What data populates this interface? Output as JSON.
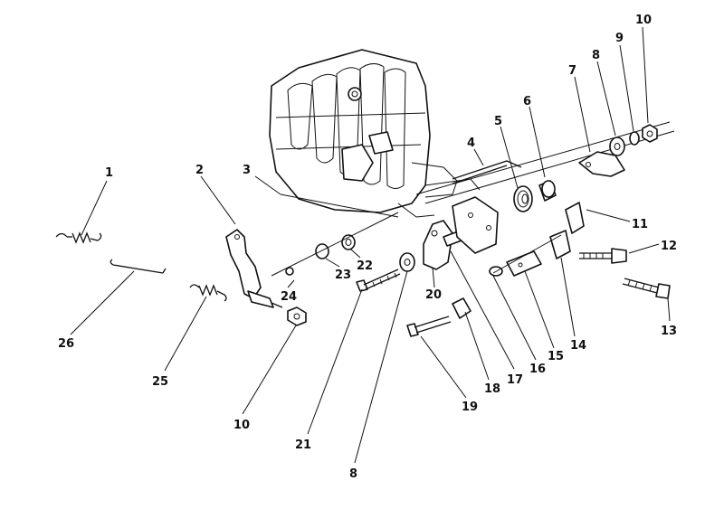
{
  "callouts": [
    {
      "id": "1",
      "label": "1"
    },
    {
      "id": "2",
      "label": "2"
    },
    {
      "id": "3",
      "label": "3"
    },
    {
      "id": "4",
      "label": "4"
    },
    {
      "id": "5",
      "label": "5"
    },
    {
      "id": "6",
      "label": "6"
    },
    {
      "id": "7",
      "label": "7"
    },
    {
      "id": "8a",
      "label": "8"
    },
    {
      "id": "9",
      "label": "9"
    },
    {
      "id": "10a",
      "label": "10"
    },
    {
      "id": "11",
      "label": "11"
    },
    {
      "id": "12",
      "label": "12"
    },
    {
      "id": "13",
      "label": "13"
    },
    {
      "id": "14",
      "label": "14"
    },
    {
      "id": "15",
      "label": "15"
    },
    {
      "id": "16",
      "label": "16"
    },
    {
      "id": "17",
      "label": "17"
    },
    {
      "id": "18",
      "label": "18"
    },
    {
      "id": "19",
      "label": "19"
    },
    {
      "id": "20",
      "label": "20"
    },
    {
      "id": "21",
      "label": "21"
    },
    {
      "id": "22",
      "label": "22"
    },
    {
      "id": "23",
      "label": "23"
    },
    {
      "id": "24",
      "label": "24"
    },
    {
      "id": "25",
      "label": "25"
    },
    {
      "id": "26",
      "label": "26"
    },
    {
      "id": "10b",
      "label": "10"
    },
    {
      "id": "8b",
      "label": "8"
    }
  ]
}
